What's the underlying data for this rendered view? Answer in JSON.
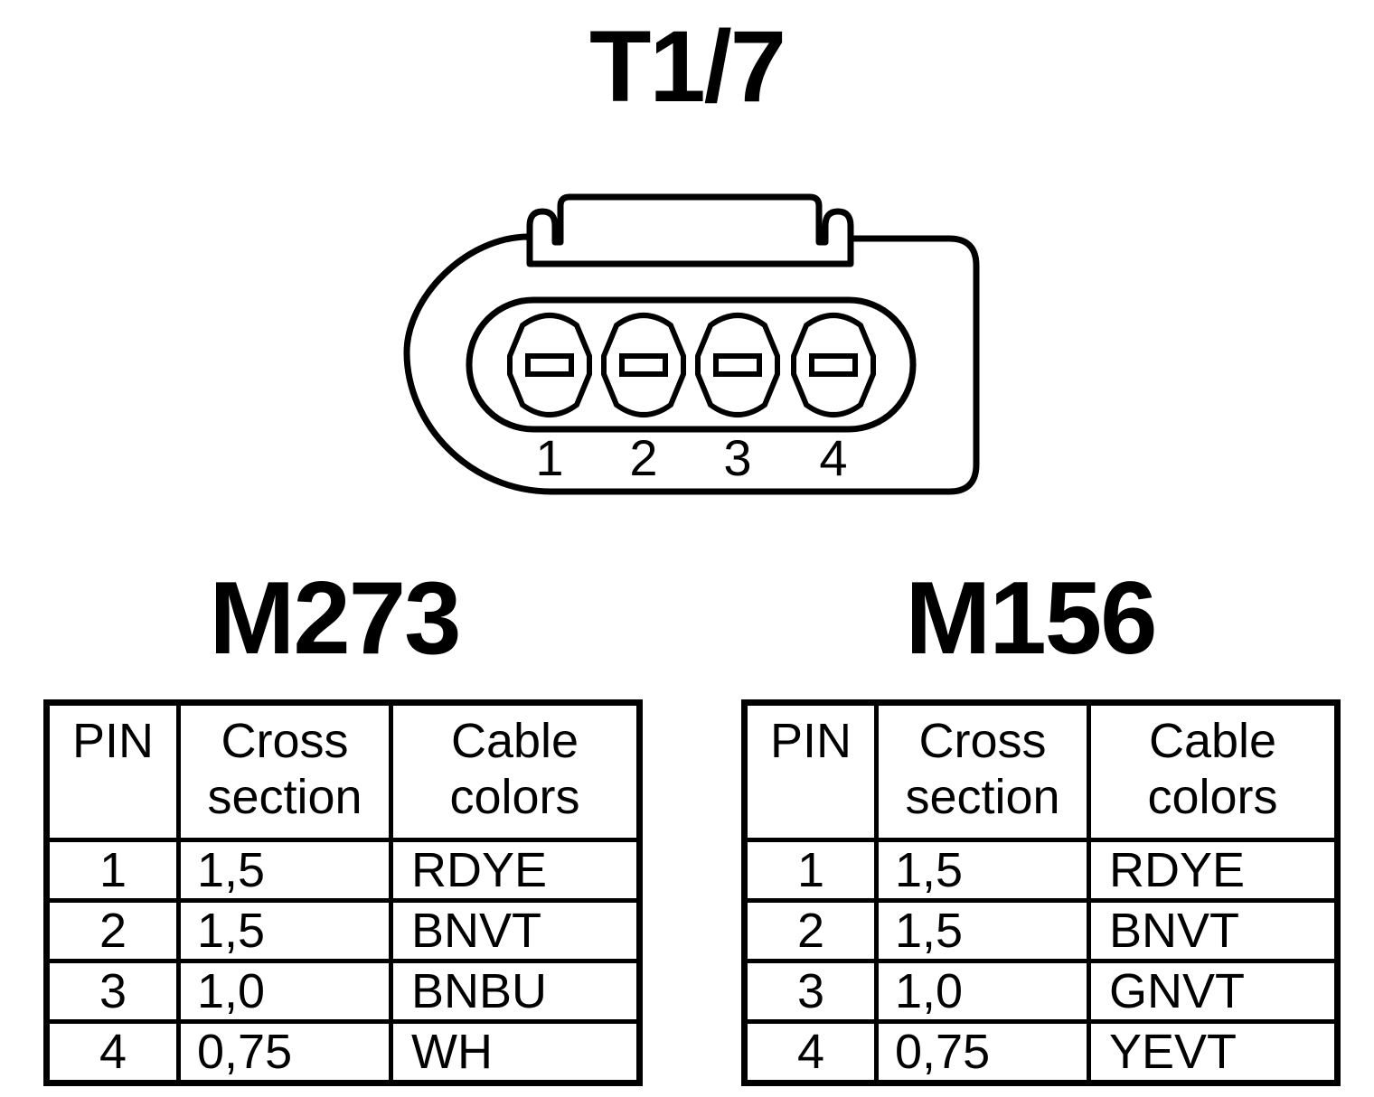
{
  "connector": {
    "title": "T1/7",
    "pins": [
      "1",
      "2",
      "3",
      "4"
    ]
  },
  "tables": [
    {
      "model": "M273",
      "headers": {
        "pin": "PIN",
        "cross_section": [
          "Cross",
          "section"
        ],
        "cable_colors": [
          "Cable",
          "colors"
        ]
      },
      "rows": [
        {
          "pin": "1",
          "cross_section": "1,5",
          "cable_color": "RDYE"
        },
        {
          "pin": "2",
          "cross_section": "1,5",
          "cable_color": "BNVT"
        },
        {
          "pin": "3",
          "cross_section": "1,0",
          "cable_color": "BNBU"
        },
        {
          "pin": "4",
          "cross_section": "0,75",
          "cable_color": "WH"
        }
      ]
    },
    {
      "model": "M156",
      "headers": {
        "pin": "PIN",
        "cross_section": [
          "Cross",
          "section"
        ],
        "cable_colors": [
          "Cable",
          "colors"
        ]
      },
      "rows": [
        {
          "pin": "1",
          "cross_section": "1,5",
          "cable_color": "RDYE"
        },
        {
          "pin": "2",
          "cross_section": "1,5",
          "cable_color": "BNVT"
        },
        {
          "pin": "3",
          "cross_section": "1,0",
          "cable_color": "GNVT"
        },
        {
          "pin": "4",
          "cross_section": "0,75",
          "cable_color": "YEVT"
        }
      ]
    }
  ]
}
